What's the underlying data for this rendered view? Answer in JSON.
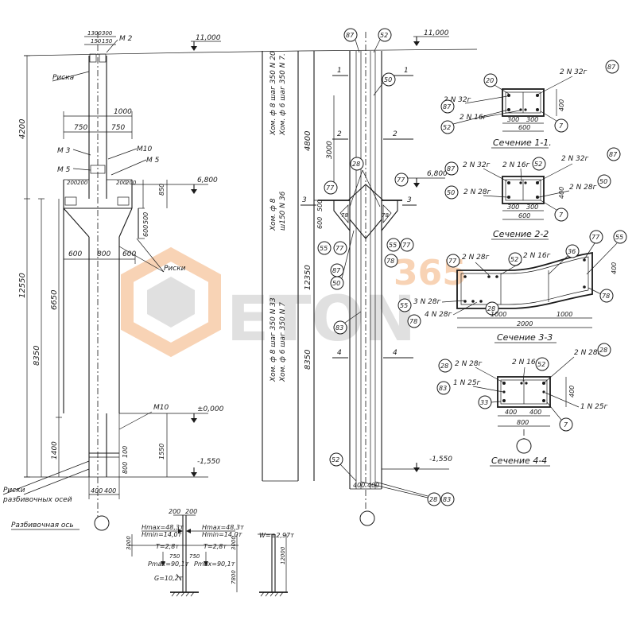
{
  "levels": {
    "top": "11,000",
    "mid": "6,800",
    "zero": "±0,000",
    "bottom": "-1,550"
  },
  "left_elevation": {
    "dims_top": [
      "1300",
      "300",
      "150",
      "150"
    ],
    "overall": "12550",
    "upper": "4200",
    "lower": "8350",
    "mid": "6650",
    "base": "1400",
    "base2": "1550",
    "d850": "850",
    "d500": "500",
    "d600v": "600",
    "d100": "100",
    "d800v": "800",
    "widths_1000": "1000",
    "widths_750a": "750",
    "widths_750b": "750",
    "w200a": "200",
    "w200b": "200",
    "w200c": "200",
    "w200d": "200",
    "bottom_600a": "600",
    "bottom_800": "800",
    "bottom_600b": "600",
    "foot_400a": "400",
    "foot_400b": "400",
    "marks": {
      "m2": "M 2",
      "m3": "M 3",
      "m5a": "M 5",
      "m10a": "M10",
      "m5b": "M 5",
      "m10b": "M10"
    },
    "riska": "Риска",
    "riski": "Риски",
    "riski2": "Риски",
    "razb_osey": "разбивочных осей",
    "razb_os": "Разбивочная ось"
  },
  "center_elevation": {
    "overall": "12350",
    "lower": "8350",
    "d4800": "4800",
    "d3000": "3000",
    "d500": "500",
    "d600": "600",
    "foot_400a": "400",
    "foot_400b": "400",
    "section_1": "1",
    "section_2": "2",
    "section_3": "3",
    "section_4": "4",
    "note_upper_1": "Хом. ф 8 шаг 350 N 20",
    "note_upper_2": "Хом. ф 6 шаг 350 N 7.",
    "note_mid_1": "Хом. ф 8",
    "note_mid_2": "ш150 N 36",
    "note_lower_1": "Хом. ф 8 шаг 350 N 33",
    "note_lower_2": "Хом. ф 6 шаг 350 N 7",
    "bubbles": [
      "87",
      "52",
      "50",
      "28",
      "78",
      "55",
      "77",
      "87",
      "50",
      "77",
      "78",
      "55",
      "77",
      "83",
      "52",
      "28",
      "83"
    ]
  },
  "sections": {
    "s1": {
      "title": "Сечение 1-1.",
      "labels": [
        "2 N 32г",
        "2 N 16г",
        "2 N 32г"
      ],
      "bubbles": [
        "20",
        "87",
        "52",
        "7",
        "87"
      ],
      "dims": [
        "300",
        "300",
        "600",
        "400"
      ]
    },
    "s2": {
      "title": "Сечение 2-2",
      "labels": [
        "2 N 32г",
        "2 N 16г",
        "2 N 28г",
        "2 N 32г",
        "2 N 28г"
      ],
      "bubbles": [
        "87",
        "52",
        "50",
        "87",
        "50",
        "7"
      ],
      "dims": [
        "300",
        "300",
        "600",
        "400"
      ]
    },
    "s3": {
      "title": "Сечение 3-3",
      "labels": [
        "2 N 28г",
        "2 N 16г",
        "3 N 28г",
        "4 N 28г"
      ],
      "bubbles": [
        "77",
        "52",
        "36",
        "77",
        "55",
        "55",
        "78",
        "28",
        "78"
      ],
      "dims": [
        "1000",
        "1000",
        "2000",
        "400"
      ]
    },
    "s4": {
      "title": "Сечение 4-4",
      "labels": [
        "2 N 28г",
        "2 N 16г",
        "2 N 28г",
        "1 N 25г",
        "1 N 25г"
      ],
      "bubbles": [
        "28",
        "52",
        "28",
        "83",
        "33",
        "7"
      ],
      "dims": [
        "400",
        "400",
        "800",
        "400"
      ]
    }
  },
  "loads": {
    "h_left": "Hmax=48,3т",
    "h_left2": "Hmin=14,0т",
    "h_right": "Hmax=48,3т",
    "h_right2": "Hmin=14,0т",
    "t_left": "T=2,8т",
    "t_right": "T=2,8т",
    "p_left": "Pmax=90,1т",
    "p_right": "Pmax=90,1т",
    "g": "G=10,2т",
    "w": "W=±2,97т",
    "d200a": "200",
    "d200b": "200",
    "d750a": "750",
    "d750b": "750",
    "d3000a": "3000",
    "d3000b": "3000",
    "d12000": "12000",
    "d7800": "7800"
  },
  "watermark": {
    "text": "ETON",
    "sub": "365"
  },
  "colors": {
    "ink": "#1a1a1a",
    "watermark_orange": "#f3b07a",
    "watermark_gray": "#c8c8c8"
  }
}
